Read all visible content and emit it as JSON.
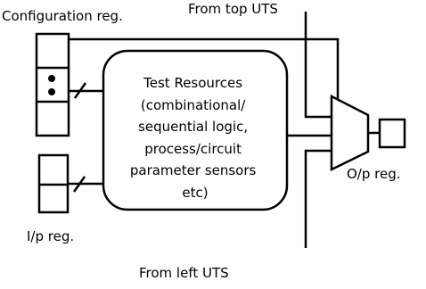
{
  "labels": {
    "config_reg": "Configuration reg.",
    "from_top": "From top UTS",
    "from_left": "From left UTS",
    "ip_reg": "I/p reg.",
    "op_reg": "O/p reg."
  },
  "test_resources": {
    "lines": [
      "Test Resources",
      "(combinational/",
      "sequential logic,",
      "process/circuit",
      "parameter sensors",
      "etc)"
    ]
  }
}
